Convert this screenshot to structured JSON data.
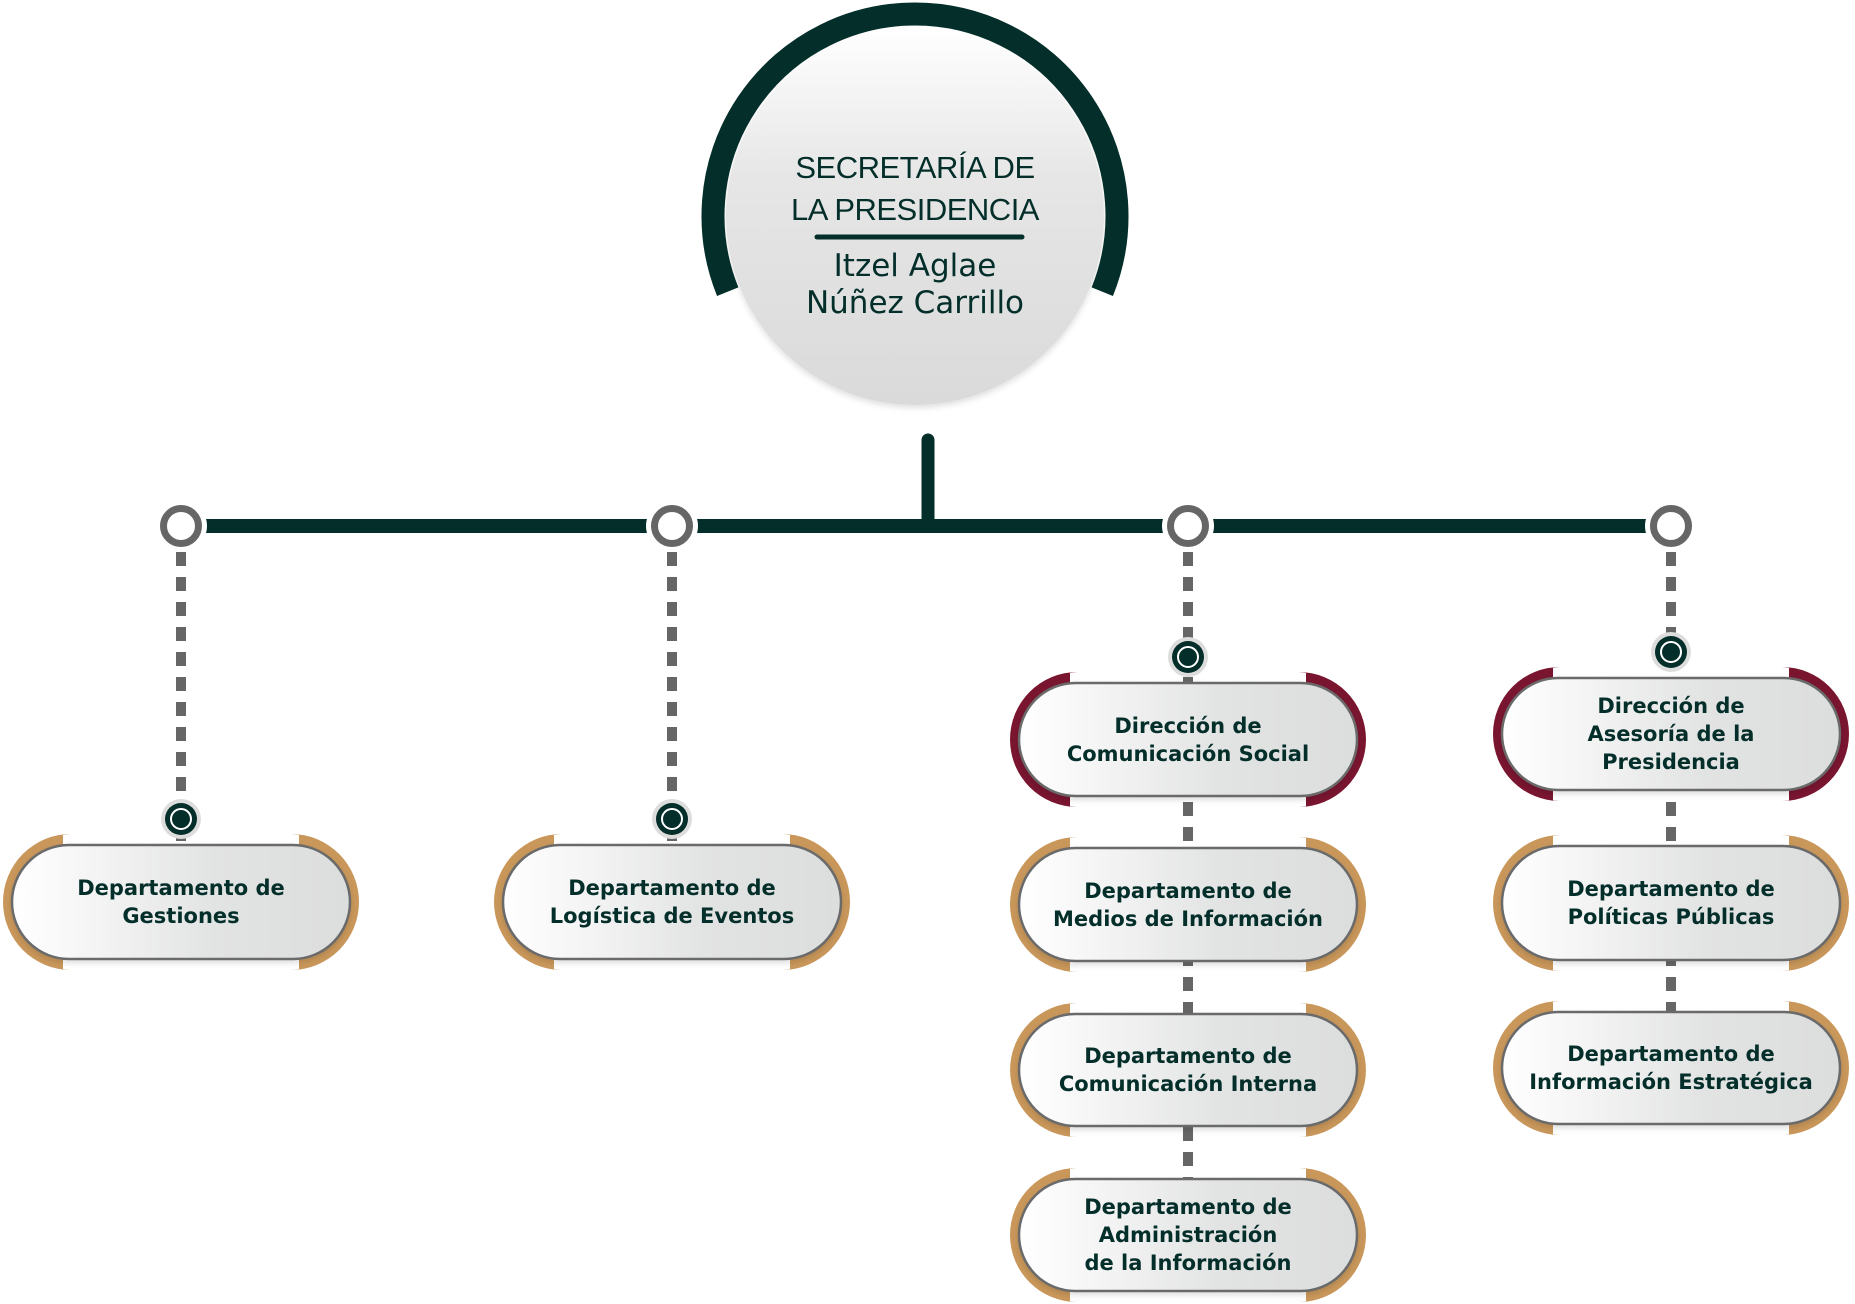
{
  "colors": {
    "primary_dark": "#032e29",
    "connector_gray": "#666666",
    "director_accent": "#7a1530",
    "department_accent": "#c9975a",
    "box_fill_light": "#ffffff",
    "box_fill_dark": "#dcdddd",
    "circle_fill": "#dcdcdc"
  },
  "head": {
    "title_line1": "SECRETARÍA DE",
    "title_line2": "LA PRESIDENCIA",
    "name_line1": "Itzel Aglae",
    "name_line2": "Núñez Carrillo"
  },
  "branches": [
    {
      "id": "gestiones",
      "units": [
        {
          "type": "department",
          "lines": [
            "Departamento de",
            "Gestiones"
          ]
        }
      ]
    },
    {
      "id": "logistica",
      "units": [
        {
          "type": "department",
          "lines": [
            "Departamento de",
            "Logística de Eventos"
          ]
        }
      ]
    },
    {
      "id": "comunicacion-social",
      "units": [
        {
          "type": "direction",
          "lines": [
            "Dirección de",
            "Comunicación Social"
          ]
        },
        {
          "type": "department",
          "lines": [
            "Departamento de",
            "Medios de Información"
          ]
        },
        {
          "type": "department",
          "lines": [
            "Departamento de",
            "Comunicación Interna"
          ]
        },
        {
          "type": "department",
          "lines": [
            "Departamento de",
            "Administración",
            "de la Información"
          ]
        }
      ]
    },
    {
      "id": "asesoria",
      "units": [
        {
          "type": "direction",
          "lines": [
            "Dirección de",
            "Asesoría de la",
            "Presidencia"
          ]
        },
        {
          "type": "department",
          "lines": [
            "Departamento de",
            "Políticas Públicas"
          ]
        },
        {
          "type": "department",
          "lines": [
            "Departamento de",
            "Información Estratégica"
          ]
        }
      ]
    }
  ]
}
